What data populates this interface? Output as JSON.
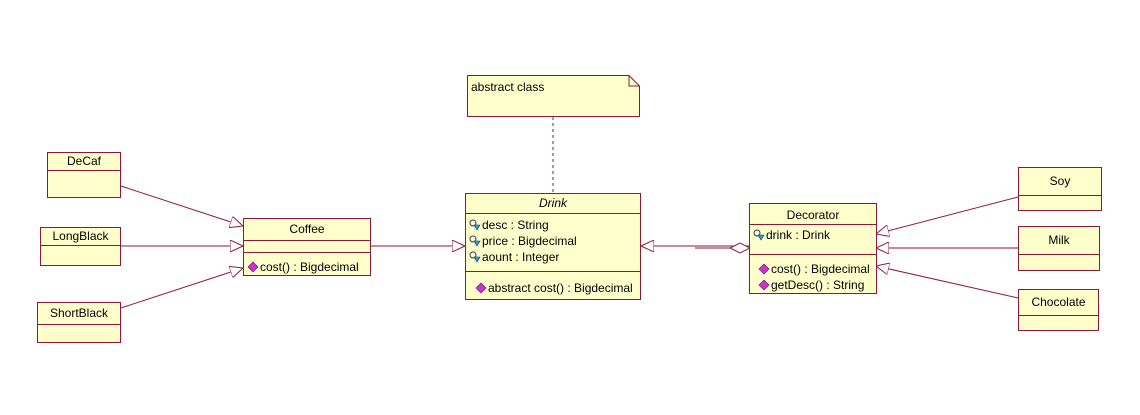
{
  "note": {
    "text": "abstract class"
  },
  "classes": {
    "decaf": {
      "name": "DeCaf"
    },
    "longblack": {
      "name": "LongBlack"
    },
    "shortblack": {
      "name": "ShortBlack"
    },
    "coffee": {
      "name": "Coffee",
      "operations": [
        "cost() : Bigdecimal"
      ]
    },
    "drink": {
      "name": "Drink",
      "attributes": [
        "desc : String",
        "price : Bigdecimal",
        "aount : Integer"
      ],
      "operations": [
        "abstract cost() : Bigdecimal"
      ]
    },
    "decorator": {
      "name": "Decorator",
      "attributes": [
        "drink : Drink"
      ],
      "operations": [
        "cost() : Bigdecimal",
        "getDesc() : String"
      ]
    },
    "soy": {
      "name": "Soy"
    },
    "milk": {
      "name": "Milk"
    },
    "chocolate": {
      "name": "Chocolate"
    }
  },
  "colors": {
    "line": "#8b1a3a",
    "fill": "#ffffcc",
    "operation_icon": "#cc33cc",
    "attribute_icon": "#3399cc"
  },
  "icons": {
    "attribute": "protected-attribute-icon",
    "operation": "public-operation-icon"
  }
}
